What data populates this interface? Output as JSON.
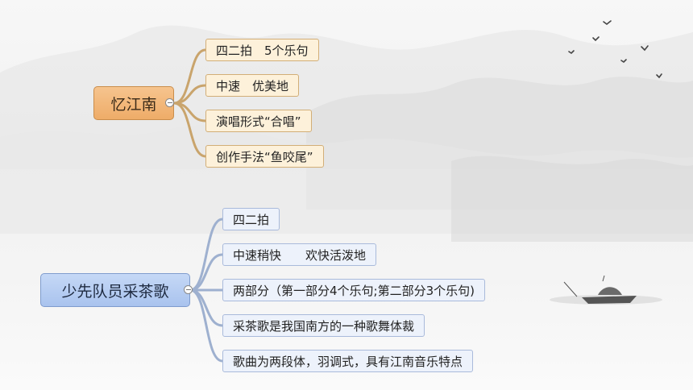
{
  "mindmap": {
    "topics": [
      {
        "label": "忆江南",
        "color": "#eeac68",
        "branch_color": "#c9a46c",
        "subtopics": [
          "四二拍　5个乐句",
          "中速　优美地",
          "演唱形式“合唱”",
          "创作手法“鱼咬尾”"
        ]
      },
      {
        "label": "少先队员采茶歌",
        "color": "#a9c3ee",
        "branch_color": "#9eb0cf",
        "subtopics": [
          "四二拍",
          "中速稍快　　欢快活泼地",
          "两部分（第一部分4个乐句;第二部分3个乐句)",
          "采茶歌是我国南方的一种歌舞体裁",
          "歌曲为两段体，羽调式，具有江南音乐特点"
        ]
      }
    ]
  }
}
